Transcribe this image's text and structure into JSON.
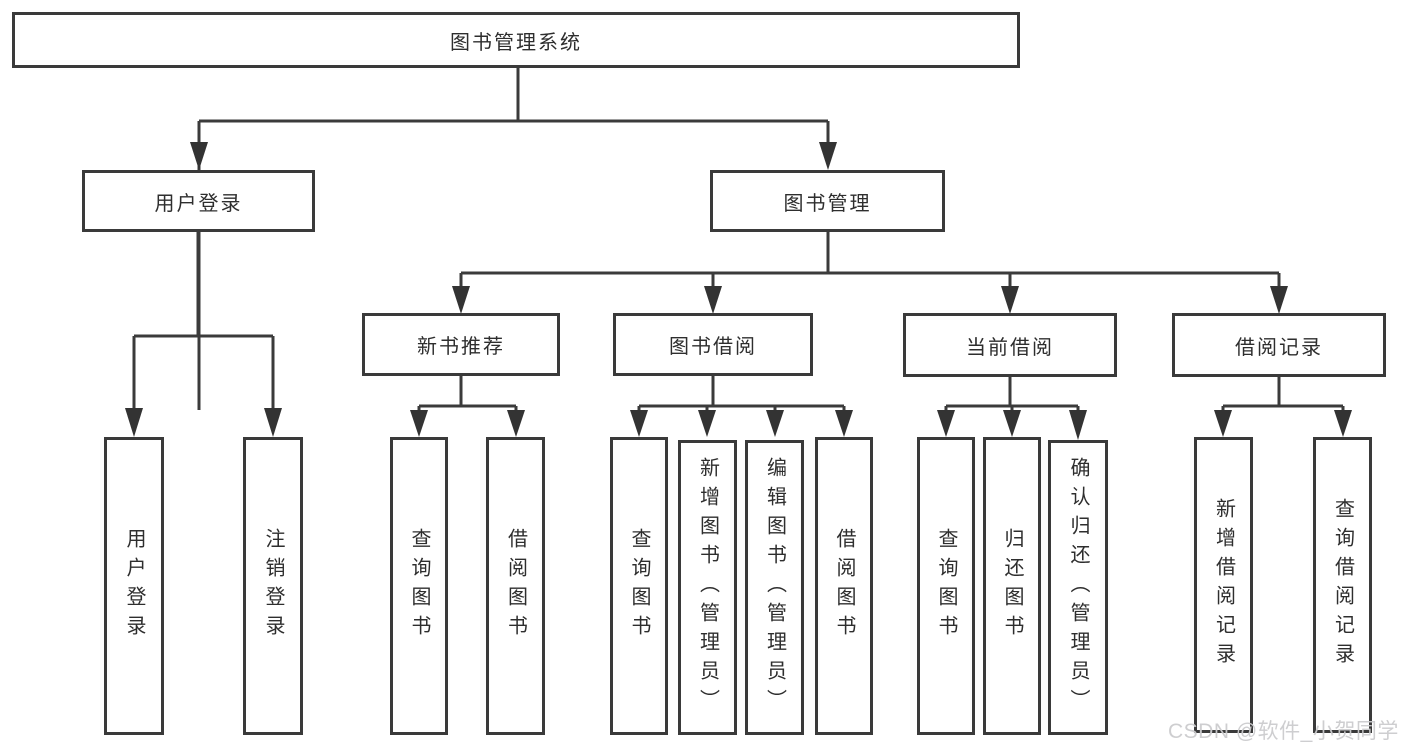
{
  "tree": {
    "root": "图书管理系统",
    "branches": [
      {
        "label": "用户登录",
        "leaves": [
          "用户登录",
          "注销登录"
        ]
      },
      {
        "label": "图书管理",
        "groups": [
          {
            "label": "新书推荐",
            "leaves": [
              "查询图书",
              "借阅图书"
            ]
          },
          {
            "label": "图书借阅",
            "leaves": [
              "查询图书",
              "新增图书（管理员）",
              "编辑图书（管理员）",
              "借阅图书"
            ]
          },
          {
            "label": "当前借阅",
            "leaves": [
              "查询图书",
              "归还图书",
              "确认归还（管理员）"
            ]
          },
          {
            "label": "借阅记录",
            "leaves": [
              "新增借阅记录",
              "查询借阅记录"
            ]
          }
        ]
      }
    ]
  },
  "watermark": {
    "text": "CSDN @软件_小贺同学"
  },
  "colors": {
    "line": "#3b3b3b",
    "border": "#3a3a3a",
    "text": "#2e2e2e",
    "watermark": "#cbcbcd"
  }
}
